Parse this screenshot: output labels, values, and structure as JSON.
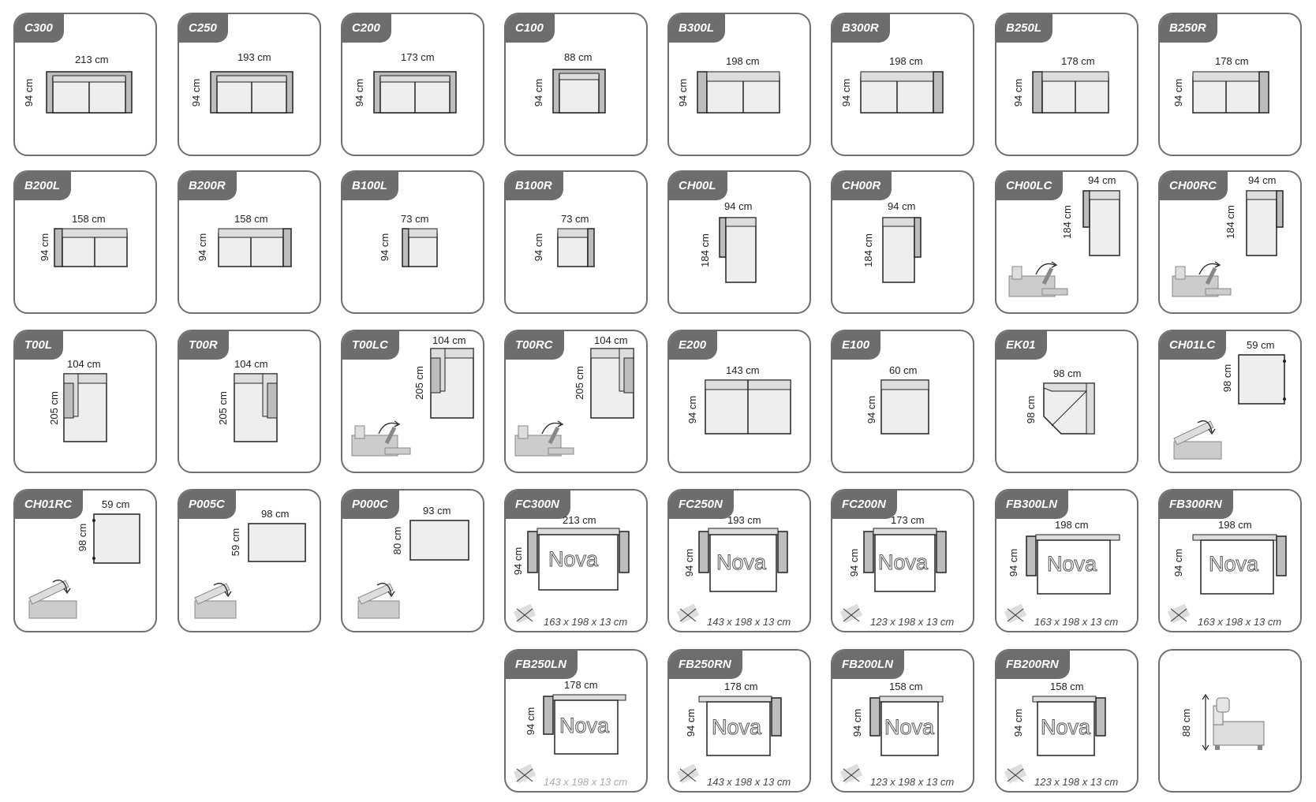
{
  "colors": {
    "tag": "#6d6d6d",
    "border": "#6f6f6f",
    "seat": "#e6e6e6",
    "arm": "#bdbdbd",
    "outline": "#222222"
  },
  "brand": "Nova",
  "cards": {
    "C300": {
      "code": "C300",
      "width": "213 cm",
      "depth": "94 cm"
    },
    "C250": {
      "code": "C250",
      "width": "193 cm",
      "depth": "94 cm"
    },
    "C200": {
      "code": "C200",
      "width": "173 cm",
      "depth": "94 cm"
    },
    "C100": {
      "code": "C100",
      "width": "88 cm",
      "depth": "94 cm"
    },
    "B300L": {
      "code": "B300L",
      "width": "198 cm",
      "depth": "94 cm"
    },
    "B300R": {
      "code": "B300R",
      "width": "198 cm",
      "depth": "94 cm"
    },
    "B250L": {
      "code": "B250L",
      "width": "178 cm",
      "depth": "94 cm"
    },
    "B250R": {
      "code": "B250R",
      "width": "178 cm",
      "depth": "94 cm"
    },
    "B200L": {
      "code": "B200L",
      "width": "158 cm",
      "depth": "94 cm"
    },
    "B200R": {
      "code": "B200R",
      "width": "158 cm",
      "depth": "94 cm"
    },
    "B100L": {
      "code": "B100L",
      "width": "73 cm",
      "depth": "94 cm"
    },
    "B100R": {
      "code": "B100R",
      "width": "73 cm",
      "depth": "94 cm"
    },
    "CH00L": {
      "code": "CH00L",
      "width": "94 cm",
      "depth": "184 cm"
    },
    "CH00R": {
      "code": "CH00R",
      "width": "94 cm",
      "depth": "184 cm"
    },
    "CH00LC": {
      "code": "CH00LC",
      "width": "94 cm",
      "depth": "184 cm"
    },
    "CH00RC": {
      "code": "CH00RC",
      "width": "94 cm",
      "depth": "184 cm"
    },
    "T00L": {
      "code": "T00L",
      "width": "104 cm",
      "depth": "205 cm"
    },
    "T00R": {
      "code": "T00R",
      "width": "104 cm",
      "depth": "205 cm"
    },
    "T00LC": {
      "code": "T00LC",
      "width": "104 cm",
      "depth": "205 cm"
    },
    "T00RC": {
      "code": "T00RC",
      "width": "104 cm",
      "depth": "205 cm"
    },
    "E200": {
      "code": "E200",
      "width": "143 cm",
      "depth": "94 cm"
    },
    "E100": {
      "code": "E100",
      "width": "60 cm",
      "depth": "94 cm"
    },
    "EK01": {
      "code": "EK01",
      "width": "98 cm",
      "depth": "98 cm"
    },
    "CH01LC": {
      "code": "CH01LC",
      "width": "59 cm",
      "depth": "98 cm"
    },
    "CH01RC": {
      "code": "CH01RC",
      "width": "59 cm",
      "depth": "98 cm"
    },
    "P005C": {
      "code": "P005C",
      "width": "98 cm",
      "depth": "59 cm"
    },
    "P000C": {
      "code": "P000C",
      "width": "93 cm",
      "depth": "80 cm"
    },
    "FC300N": {
      "code": "FC300N",
      "width": "213 cm",
      "depth": "94 cm",
      "mattress": "163 x 198 x 13 cm"
    },
    "FC250N": {
      "code": "FC250N",
      "width": "193 cm",
      "depth": "94 cm",
      "mattress": "143 x 198 x 13 cm"
    },
    "FC200N": {
      "code": "FC200N",
      "width": "173 cm",
      "depth": "94 cm",
      "mattress": "123 x 198 x 13 cm"
    },
    "FB300LN": {
      "code": "FB300LN",
      "width": "198 cm",
      "depth": "94 cm",
      "mattress": "163 x 198 x 13 cm"
    },
    "FB300RN": {
      "code": "FB300RN",
      "width": "198 cm",
      "depth": "94 cm",
      "mattress": "163 x 198 x 13 cm"
    },
    "FB250LN": {
      "code": "FB250LN",
      "width": "178 cm",
      "depth": "94 cm",
      "mattress": "143 x 198 x 13 cm"
    },
    "FB250RN": {
      "code": "FB250RN",
      "width": "178 cm",
      "depth": "94 cm",
      "mattress": "143 x 198 x 13 cm"
    },
    "FB200LN": {
      "code": "FB200LN",
      "width": "158 cm",
      "depth": "94 cm",
      "mattress": "123 x 198 x 13 cm"
    },
    "FB200RN": {
      "code": "FB200RN",
      "width": "158 cm",
      "depth": "94 cm",
      "mattress": "123 x 198 x 13 cm"
    },
    "HEIGHT": {
      "height": "88 cm"
    }
  }
}
